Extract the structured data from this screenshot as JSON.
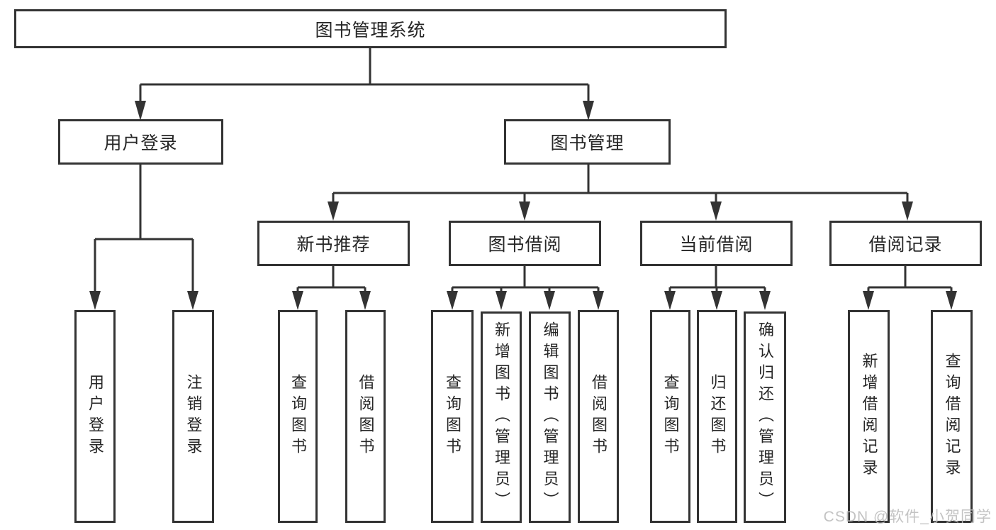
{
  "tree": {
    "root": {
      "label": "图书管理系统"
    },
    "branches": [
      {
        "label": "用户登录",
        "children": [
          {
            "label": "用户登录"
          },
          {
            "label": "注销登录"
          }
        ]
      },
      {
        "label": "图书管理",
        "children": [
          {
            "label": "新书推荐",
            "children": [
              {
                "label": "查询图书"
              },
              {
                "label": "借阅图书"
              }
            ]
          },
          {
            "label": "图书借阅",
            "children": [
              {
                "label": "查询图书"
              },
              {
                "label": "新增图书（管理员）"
              },
              {
                "label": "编辑图书（管理员）"
              },
              {
                "label": "借阅图书"
              }
            ]
          },
          {
            "label": "当前借阅",
            "children": [
              {
                "label": "查询图书"
              },
              {
                "label": "归还图书"
              },
              {
                "label": "确认归还（管理员）"
              }
            ]
          },
          {
            "label": "借阅记录",
            "children": [
              {
                "label": "新增借阅记录"
              },
              {
                "label": "查询借阅记录"
              }
            ]
          }
        ]
      }
    ]
  },
  "watermark": {
    "text": "CSDN @软件_小贺同学"
  },
  "colors": {
    "line": "#333333",
    "box_border": "#333333",
    "text": "#262626",
    "watermark": "#bcbcbc",
    "background": "#ffffff"
  }
}
